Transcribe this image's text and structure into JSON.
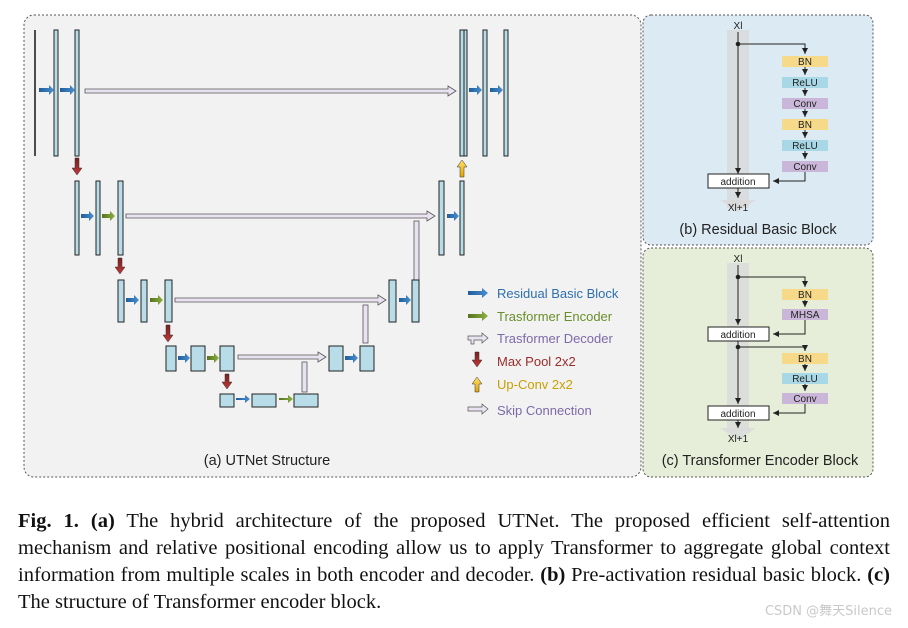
{
  "panels": {
    "a_title": "(a) UTNet Structure",
    "b_title": "(b) Residual Basic Block",
    "c_title": "(c) Transformer Encoder Block"
  },
  "legend": [
    {
      "label": "Residual Basic Block",
      "color": "#2f6fae"
    },
    {
      "label": "Trasformer Encoder",
      "color": "#6a8f2a"
    },
    {
      "label": "Trasformer Decoder",
      "color": "#7c6aa8"
    },
    {
      "label": "Max Pool 2x2",
      "color": "#9b2b2b"
    },
    {
      "label": "Up-Conv 2x2",
      "color": "#c9a000"
    },
    {
      "label": "Skip Connection",
      "color": "#7c6aa8"
    }
  ],
  "block_b": {
    "input": "Xl",
    "output": "Xl+1",
    "layers": [
      "BN",
      "ReLU",
      "Conv",
      "BN",
      "ReLU",
      "Conv"
    ],
    "sum": "addition"
  },
  "block_c": {
    "input": "Xl",
    "output": "Xl+1",
    "layers1": [
      "BN",
      "MHSA"
    ],
    "layers2": [
      "BN",
      "ReLU",
      "Conv"
    ],
    "sum": "addition"
  },
  "caption": {
    "fig": "Fig. 1.",
    "a": "(a)",
    "a_text": " The hybrid architecture of the proposed UTNet. The proposed efficient self-attention mechanism and relative positional encoding allow us to apply Transformer to aggregate global context information from multiple scales in both encoder and decoder. ",
    "b": "(b)",
    "b_text": " Pre-activation residual basic block. ",
    "c": "(c)",
    "c_text": " The structure of Transformer encoder block."
  },
  "watermark": "CSDN @舞天Silence",
  "colors": {
    "block_fill": "#b8dde8",
    "bn": "#f7d98a",
    "relu": "#a8d8e6",
    "conv": "#c9b6d8",
    "mhsa": "#c9b6d8",
    "panel_a_bg": "#f2f2f2",
    "panel_b_bg": "#dceaf3",
    "panel_c_bg": "#e6edd8"
  }
}
